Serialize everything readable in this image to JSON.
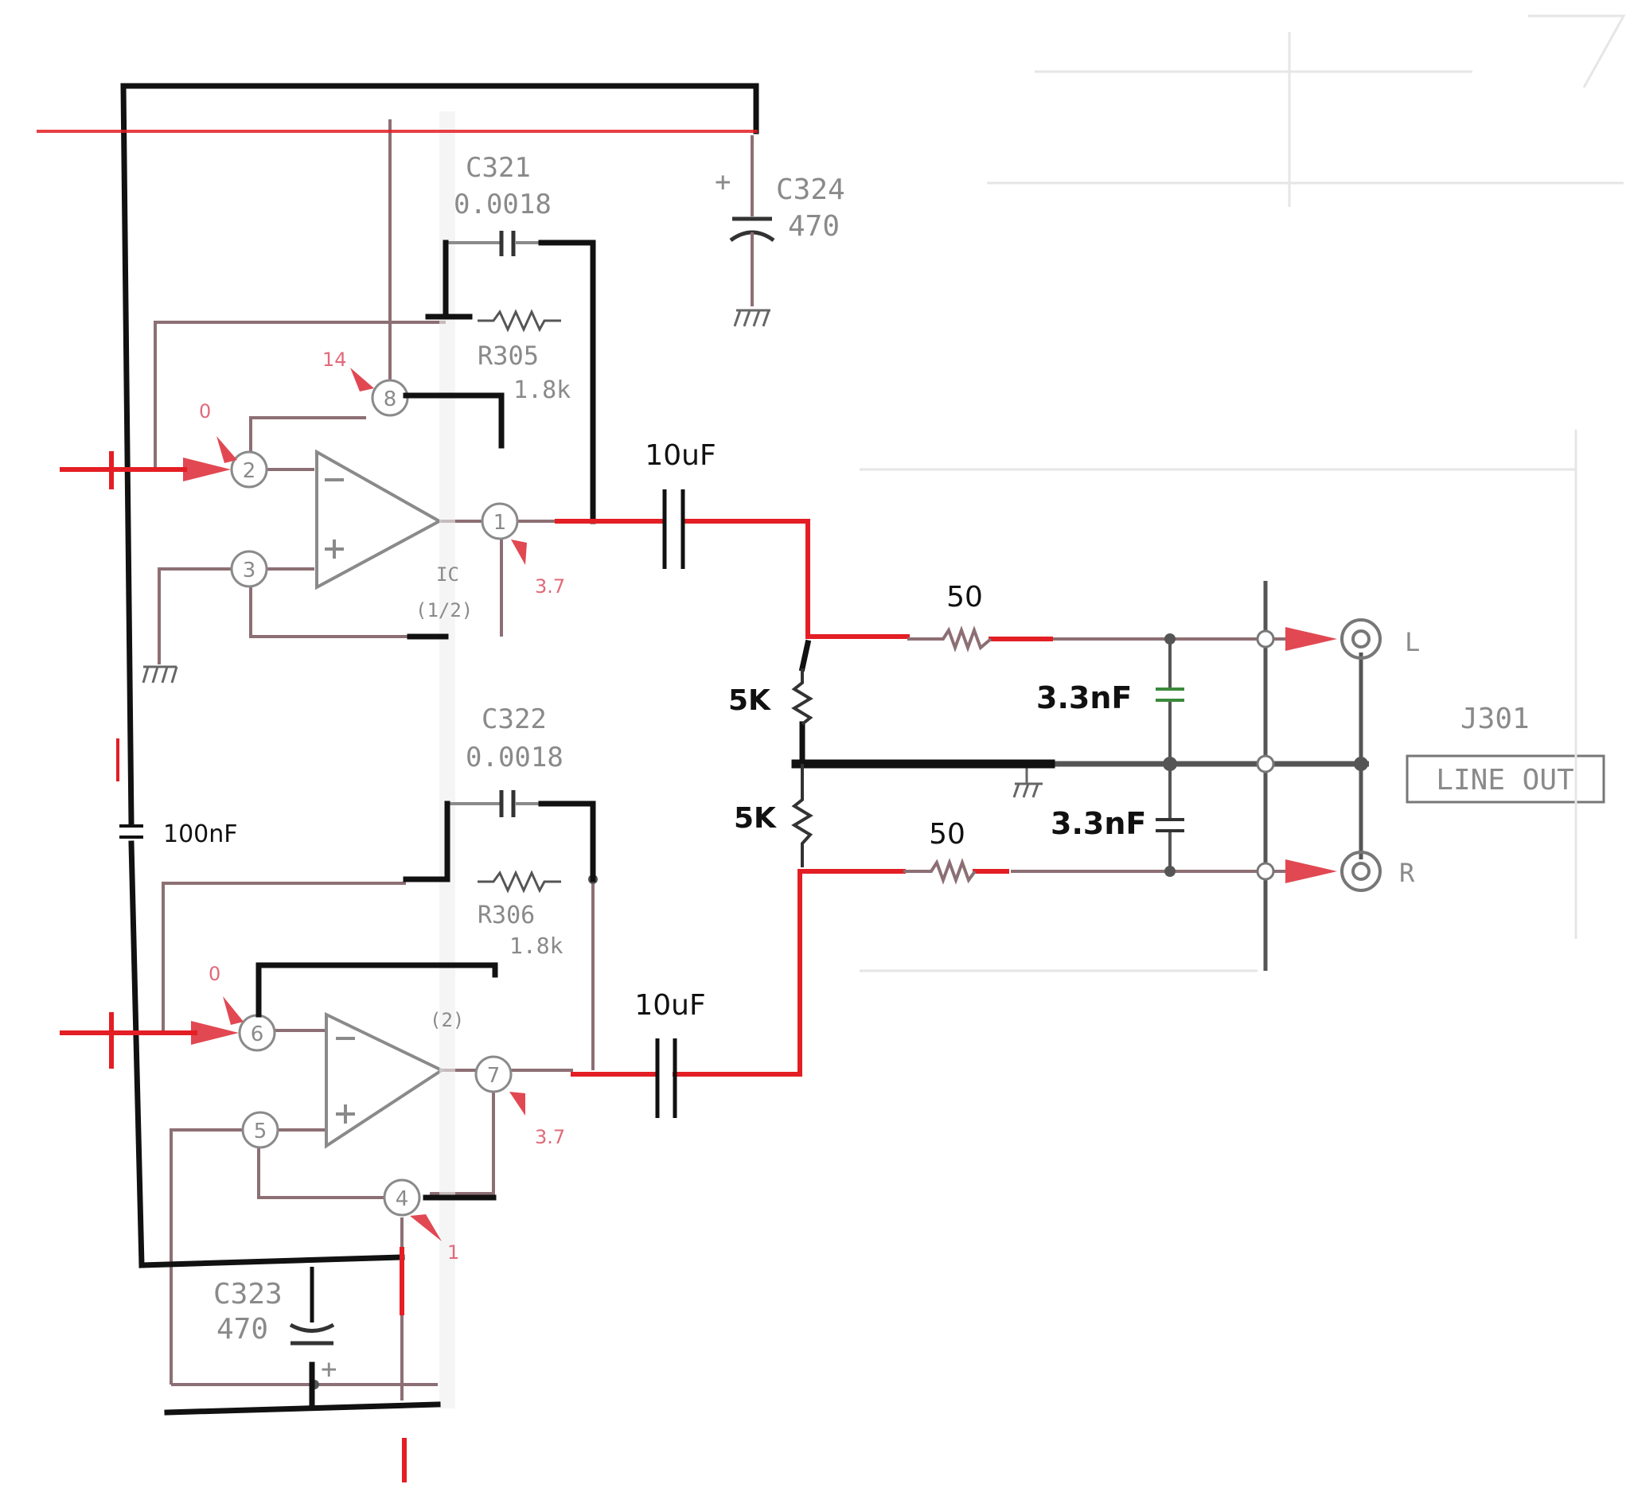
{
  "colors": {
    "added_wire": "#111111",
    "signal_wire": "#e31e24",
    "scan_line": "#8c6f74",
    "scan_gray": "#8a8a8a",
    "arrow": "#e14852",
    "background": "#ffffff"
  },
  "original": {
    "c321": {
      "ref": "C321",
      "value": "0.0018"
    },
    "c322": {
      "ref": "C322",
      "value": "0.0018"
    },
    "c323": {
      "ref": "C323",
      "value": "470"
    },
    "c324": {
      "ref": "C324",
      "value": "470"
    },
    "r305": {
      "ref": "R305",
      "value": "1.8k"
    },
    "r306": {
      "ref": "R306",
      "value": "1.8k"
    },
    "ic_top_label": "IC",
    "ic_top_unit": "(1/2)",
    "ic_bottom_unit": "(2)",
    "jack_ref": "J301",
    "jack_label": "LINE OUT",
    "channel_left": "L",
    "channel_right": "R",
    "pins": {
      "p1": "1",
      "p2": "2",
      "p3": "3",
      "p4": "4",
      "p5": "5",
      "p6": "6",
      "p7": "7",
      "p8": "8"
    },
    "voltages": {
      "v_pin8": "14",
      "v_pin2": "0",
      "v_pin1": "3.7",
      "v_pin6": "0",
      "v_pin7": "3.7",
      "v_pin4": "1"
    },
    "plus_sign": "+"
  },
  "added": {
    "cap_100n": "100nF",
    "cap_top_10u": "10uF",
    "cap_bottom_10u": "10uF",
    "res_top_5k": "5K",
    "res_bottom_5k": "5K",
    "res_top_50": "50",
    "res_bottom_50": "50",
    "cap_top_3n3": "3.3nF",
    "cap_bottom_3n3": "3.3nF"
  }
}
